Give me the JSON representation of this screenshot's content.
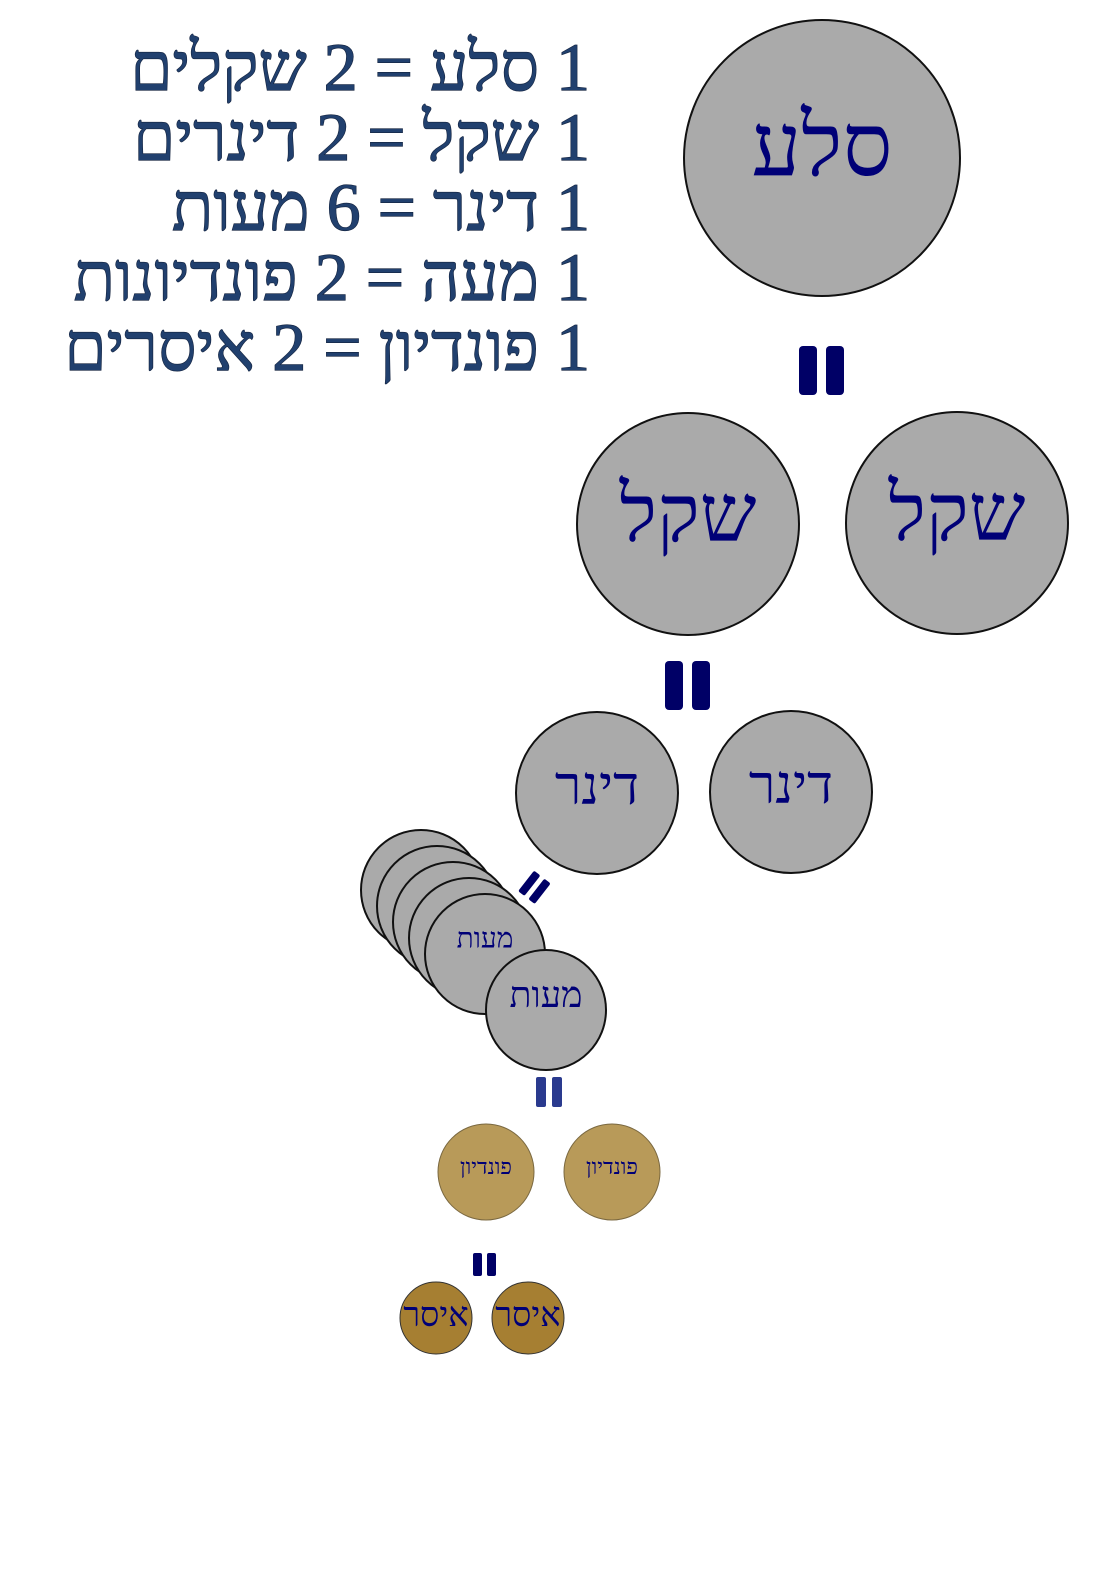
{
  "equivalences": [
    "1 סלע = 2 שקלים",
    "1 שקל = 2 דינרים",
    "1 דינר = 6 מעות",
    "1 מעה = 2 פונדיונות",
    "1 פונדיון = 2 איסרים"
  ],
  "coins": {
    "sela": "סלע",
    "shekel": "שקל",
    "dinar": "דינר",
    "maah": "מעות",
    "pundion": "פונדיון",
    "issar": "איסר"
  },
  "colors": {
    "silver": "#aaaaaa",
    "bronze": "#b89a59",
    "copper": "#a67f32",
    "label": "#000077",
    "equation_text": "#21406e",
    "equals_sign": "#000066"
  }
}
